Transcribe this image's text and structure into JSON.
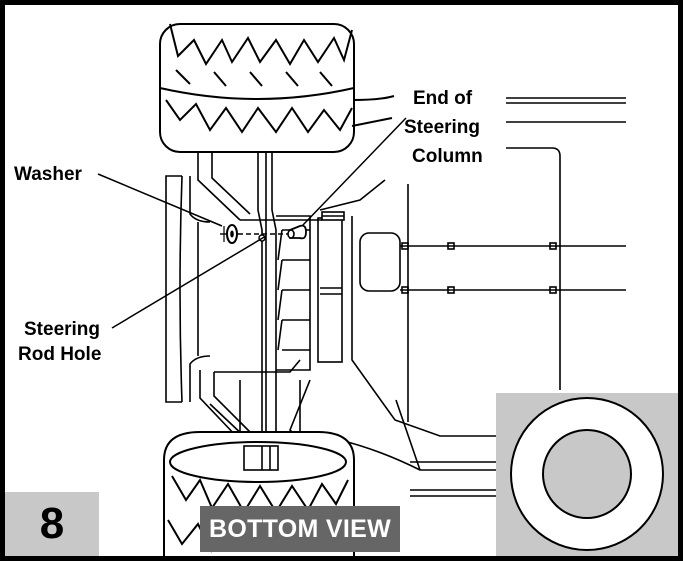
{
  "figure": {
    "step_number": "8",
    "view_label": "BOTTOM VIEW",
    "callouts": {
      "washer": "Washer",
      "end_of_column_line1": "End of",
      "end_of_column_line2": "Steering",
      "end_of_column_line3": "Column",
      "rod_hole_line1": "Steering",
      "rod_hole_line2": "Rod Hole"
    },
    "colors": {
      "frame": "#000000",
      "step_box": "#c8c8c8",
      "label_box": "#666666",
      "detail_box": "#c8c8c8"
    }
  }
}
